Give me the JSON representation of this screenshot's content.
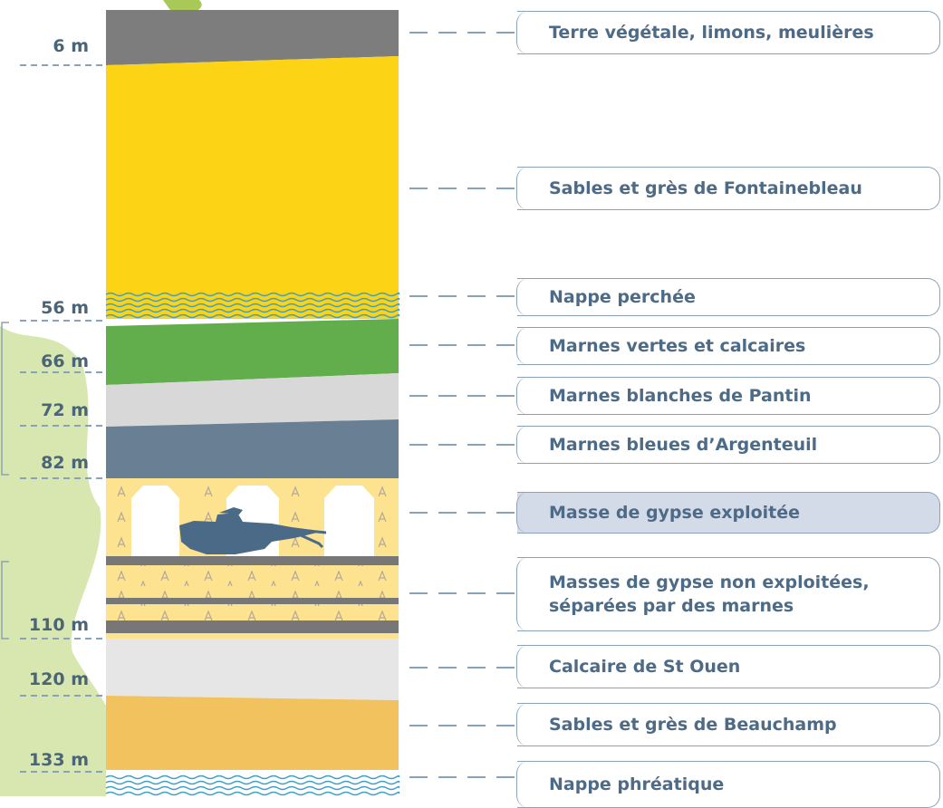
{
  "depths": [
    "6 m",
    "56 m",
    "66 m",
    "72 m",
    "82 m",
    "110 m",
    "120 m",
    "133 m"
  ],
  "layers": [
    {
      "label": "Terre végétale, limons, meulières"
    },
    {
      "label": "Sables et grès de Fontainebleau"
    },
    {
      "label": "Nappe perchée"
    },
    {
      "label": "Marnes vertes et calcaires"
    },
    {
      "label": "Marnes blanches de Pantin"
    },
    {
      "label": "Marnes bleues d’Argenteuil"
    },
    {
      "label": "Masse de gypse exploitée",
      "highlighted": true
    },
    {
      "label": "Masses de gypse non exploitées,\nséparées par des marnes"
    },
    {
      "label": "Calcaire de St Ouen"
    },
    {
      "label": "Sables et grès de Beauchamp"
    },
    {
      "label": "Nappe phréatique"
    }
  ],
  "colors": {
    "topsoil": "#7d7d7d",
    "fontainebleau_sand": "#fcd415",
    "green_marl": "#62ad4c",
    "white_marl": "#d8d8d8",
    "blue_marl": "#687f94",
    "gypsum": "#fde38f",
    "marl_band": "#777777",
    "st_ouen_limestone": "#e6e6e6",
    "beauchamp_sand": "#f2c25e",
    "water": "#3f9fc6",
    "map_background": "#d8e6b0",
    "label_text": "#4d6b86",
    "label_border": "#8aa2b8",
    "highlight_fill": "#d4dbe8",
    "depth_text": "#4a6578",
    "machine": "#4b6a88"
  },
  "icons": [
    "tunneling-machine-icon",
    "water-table-wave-icon",
    "gypsum-crystal-icon"
  ]
}
